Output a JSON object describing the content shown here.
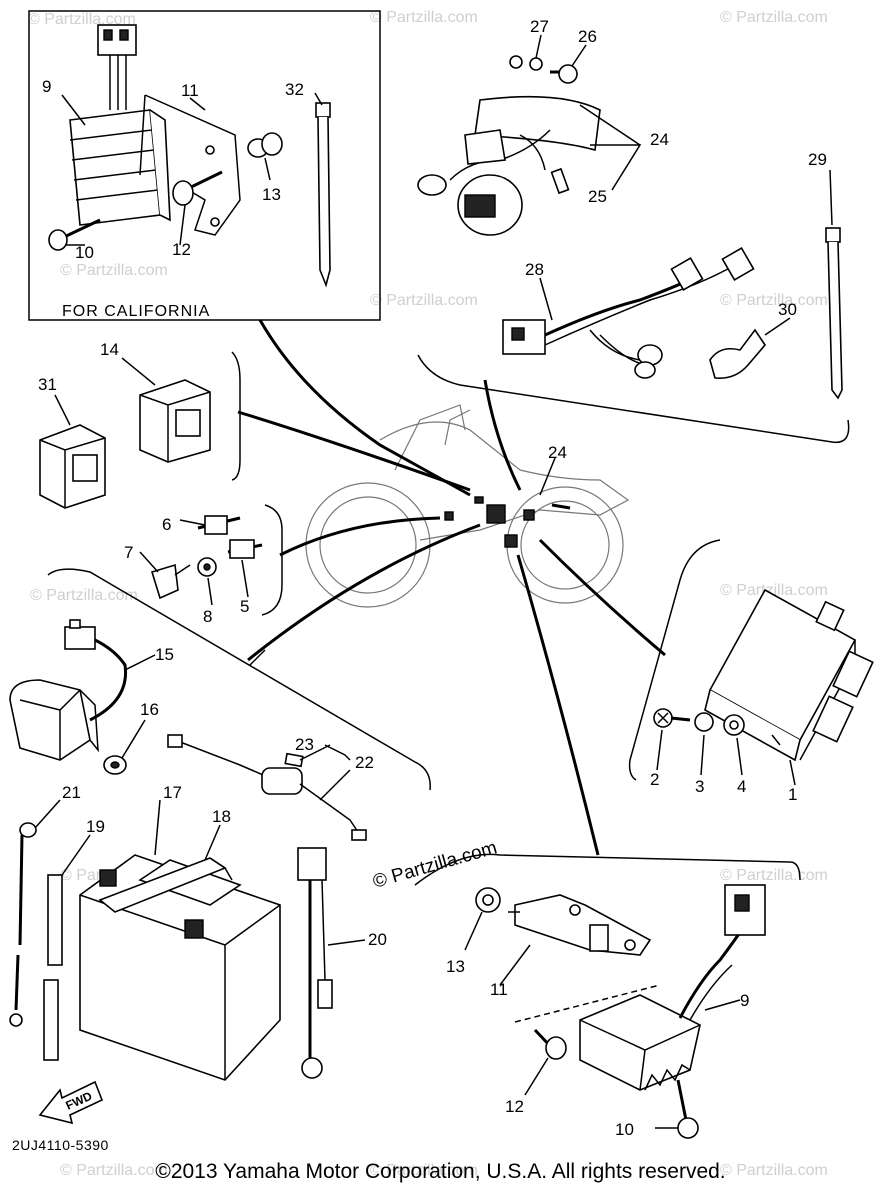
{
  "inset_caption": "FOR CALIFORNIA",
  "diagram_code": "2UJ4110-5390",
  "fwd_label": "FWD",
  "watermark": "© Partzilla.com",
  "copyright": "©2013  Yamaha Motor Corporation, U.S.A. All rights reserved.",
  "callouts": {
    "p1": "1",
    "p2": "2",
    "p3": "3",
    "p4": "4",
    "p5": "5",
    "p6": "6",
    "p7": "7",
    "p8": "8",
    "p9": "9",
    "p10": "10",
    "p11": "11",
    "p12": "12",
    "p13": "13",
    "p14": "14",
    "p15": "15",
    "p16": "16",
    "p17": "17",
    "p18": "18",
    "p19": "19",
    "p20": "20",
    "p21": "21",
    "p22": "22",
    "p23": "23",
    "p24": "24",
    "p25": "25",
    "p26": "26",
    "p27": "27",
    "p28": "28",
    "p29": "29",
    "p30": "30",
    "p31": "31",
    "p32": "32"
  }
}
